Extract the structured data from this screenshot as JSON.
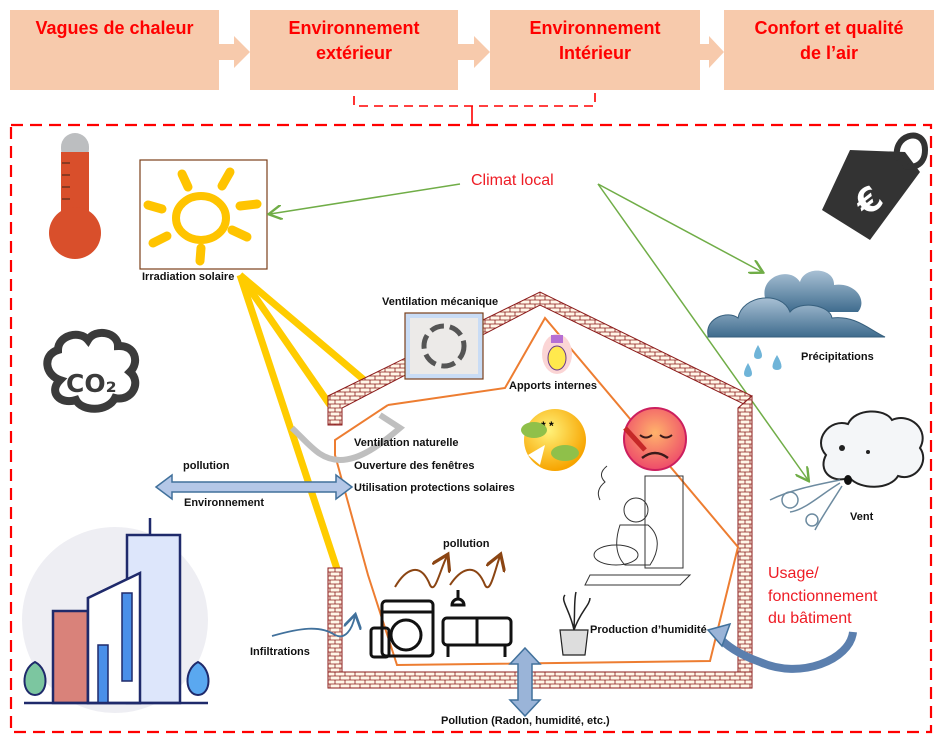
{
  "flow": {
    "steps": [
      {
        "line1": "Vagues de chaleur",
        "line2": ""
      },
      {
        "line1": "Environnement",
        "line2": "extérieur"
      },
      {
        "line1": "Environnement",
        "line2": "Intérieur"
      },
      {
        "line1": "Confort et qualité",
        "line2": "de l’air"
      }
    ]
  },
  "labels": {
    "climat_local": "Climat local",
    "irradiation": "Irradiation solaire",
    "ventilation_mecanique": "Ventilation mécanique",
    "apports_internes": "Apports internes",
    "precipitations": "Précipitations",
    "vent": "Vent",
    "ventilation_naturelle": "Ventilation naturelle",
    "ouverture_fenetres": "Ouverture des fenêtres",
    "protections_solaires": "Utilisation protections solaires",
    "pollution_env": "pollution",
    "environnement": "Environnement",
    "pollution_interne": "pollution",
    "infiltrations": "Infiltrations",
    "production_humidite": "Production d’humidité",
    "pollution_sol": "Pollution (Radon, humidité, etc.)",
    "usage_line1": "Usage/",
    "usage_line2": "fonctionnement",
    "usage_line3": "du bâtiment",
    "co2": "CO₂"
  },
  "colors": {
    "step_fill": "#f7caac",
    "step_text": "#ff0000",
    "dashed_frame": "#ff0000",
    "climate_arrow": "#70ad47",
    "sun_ray": "#ffcc00",
    "brick": "#8b1a1a",
    "orange_path": "#ed7d31",
    "blue_arrow": "#b4c7e7"
  }
}
